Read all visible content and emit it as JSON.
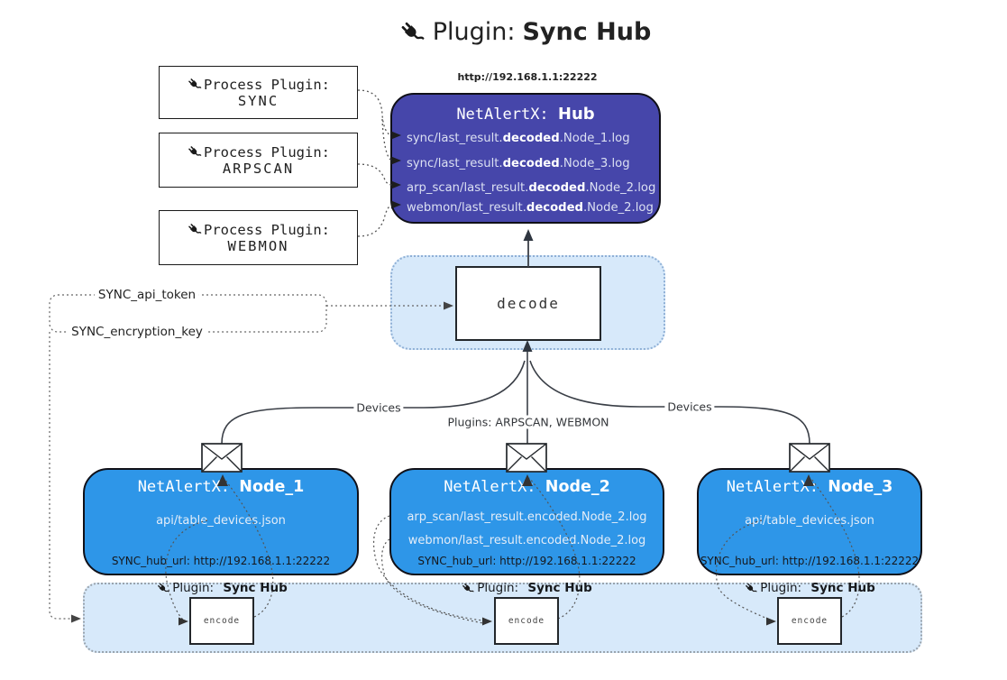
{
  "title": {
    "prefix": "Plugin:",
    "name": "Sync Hub"
  },
  "hub": {
    "url_label": "http://192.168.1.1:22222",
    "name_prefix": "NetAlertX:",
    "name": "Hub",
    "logs": [
      {
        "pre": "sync/last_result.",
        "bold": "decoded",
        "post": ".Node_1.log"
      },
      {
        "pre": "sync/last_result.",
        "bold": "decoded",
        "post": ".Node_3.log"
      },
      {
        "pre": "arp_scan/last_result.",
        "bold": "decoded",
        "post": ".Node_2.log"
      },
      {
        "pre": "webmon/last_result.",
        "bold": "decoded",
        "post": ".Node_2.log"
      }
    ]
  },
  "process_plugins": [
    {
      "label": "Process Plugin:",
      "name": "SYNC"
    },
    {
      "label": "Process Plugin:",
      "name": "ARPSCAN"
    },
    {
      "label": "Process Plugin:",
      "name": "WEBMON"
    }
  ],
  "decode": {
    "label": "decode"
  },
  "secrets": {
    "api_token": "SYNC_api_token",
    "encryption_key": "SYNC_encryption_key"
  },
  "edges": {
    "devices_left": "Devices",
    "devices_right": "Devices",
    "plugins_middle": "Plugins: ARPSCAN, WEBMON"
  },
  "nodes": [
    {
      "name_prefix": "NetAlertX:",
      "name": "Node_1",
      "files": [
        "api/table_devices.json"
      ],
      "hub_url": "SYNC_hub_url: http://192.168.1.1:22222",
      "plugin_prefix": "Plugin:",
      "plugin_name": "Sync Hub",
      "encode_label": "encode"
    },
    {
      "name_prefix": "NetAlertX:",
      "name": "Node_2",
      "files": [
        "arp_scan/last_result.encoded.Node_2.log",
        "webmon/last_result.encoded.Node_2.log"
      ],
      "hub_url": "SYNC_hub_url: http://192.168.1.1:22222",
      "plugin_prefix": "Plugin:",
      "plugin_name": "Sync Hub",
      "encode_label": "encode"
    },
    {
      "name_prefix": "NetAlertX:",
      "name": "Node_3",
      "files": [
        "api/table_devices.json"
      ],
      "hub_url": "SYNC_hub_url: http://192.168.1.1:22222",
      "plugin_prefix": "Plugin:",
      "plugin_name": "Sync Hub",
      "encode_label": "encode"
    }
  ],
  "colors": {
    "hub_bg": "#4646aa",
    "node_bg": "#2e96e8",
    "panel_bg": "#d7e9fa",
    "panel_border_blue": "#8fb0d6",
    "panel_border_gray": "#99a3ad",
    "wire_dark": "#3a3f47",
    "text_on_dark": "#dbe0f2"
  }
}
